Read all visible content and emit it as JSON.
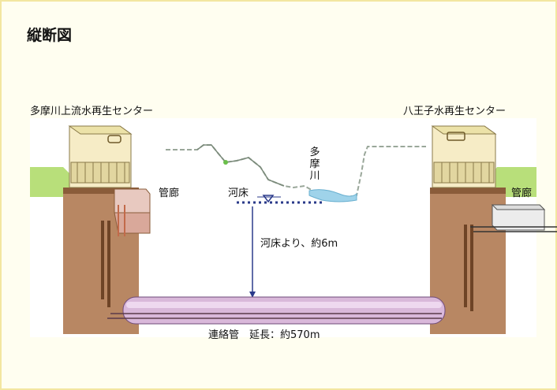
{
  "title": "縦断図",
  "labels": {
    "left_center": "多摩川上流水再生センター",
    "right_center": "八王子水再生センター",
    "gallery_left": "管廊",
    "gallery_right": "管廊",
    "riverbed": "河床",
    "river_name": "多摩川",
    "depth_note": "河床より、約6m",
    "pipe_note": "連絡管　延長：約570m"
  },
  "colors": {
    "frame_border": "#f3e6a0",
    "frame_bg": "#fffef0",
    "shaft": "#b88763",
    "shaft_dark": "#8a5c3a",
    "grass": "#b8df7a",
    "building": "#f6ecc6",
    "pipe": "#d9b8da",
    "water": "#9fd3ea",
    "depth_arrow": "#2a3a8a"
  },
  "icons": [
    "left-building-icon",
    "right-building-icon",
    "left-gallery-box-icon",
    "right-gallery-box-icon",
    "water-level-icon",
    "depth-arrow-icon",
    "connecting-pipe-icon"
  ]
}
